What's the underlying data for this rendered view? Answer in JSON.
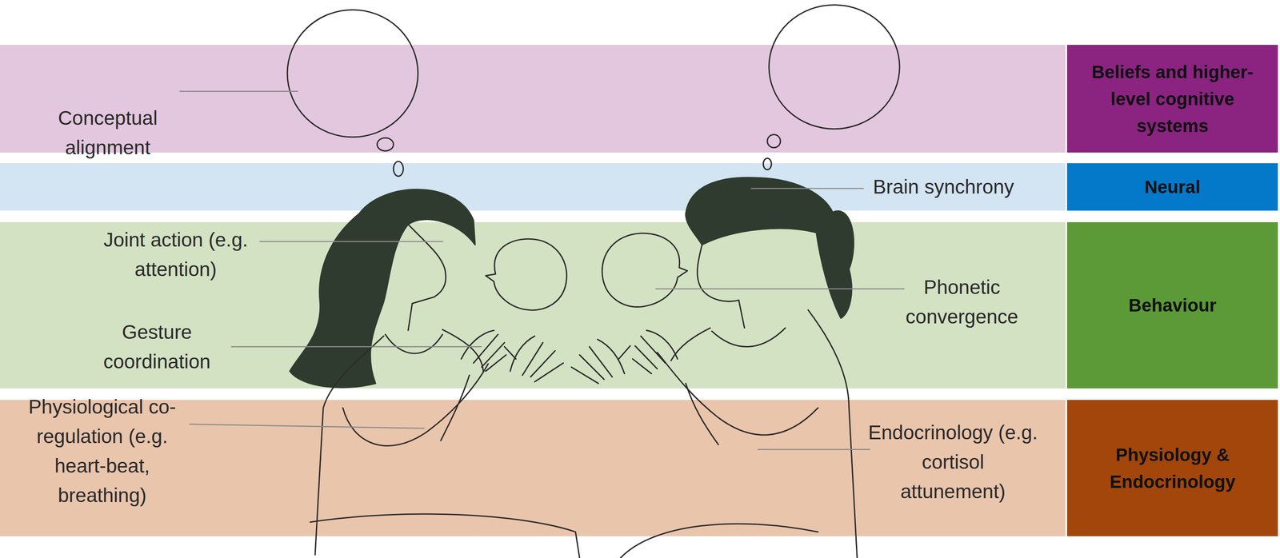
{
  "diagram": {
    "nodes": [
      {
        "text": [
          "Conceptual alignment"
        ]
      },
      {
        "text": [
          "Beliefs and higher-level cognitive systems"
        ]
      },
      {
        "text": [
          "Brain synchrony"
        ]
      },
      {
        "text": [
          "Neural"
        ]
      },
      {
        "text": [
          "Joint action (e.g. attention)",
          "Gesture coordination",
          "Phonetic convergence"
        ]
      },
      {
        "text": [
          "Behaviour"
        ]
      },
      {
        "text": [
          "Physiological co-regulation (e.g. heart-beat, breathing)",
          "Endocrinology (e.g. cortisol attunement)"
        ]
      },
      {
        "text": [
          "Physiology & Endocrinology"
        ]
      }
    ]
  }
}
